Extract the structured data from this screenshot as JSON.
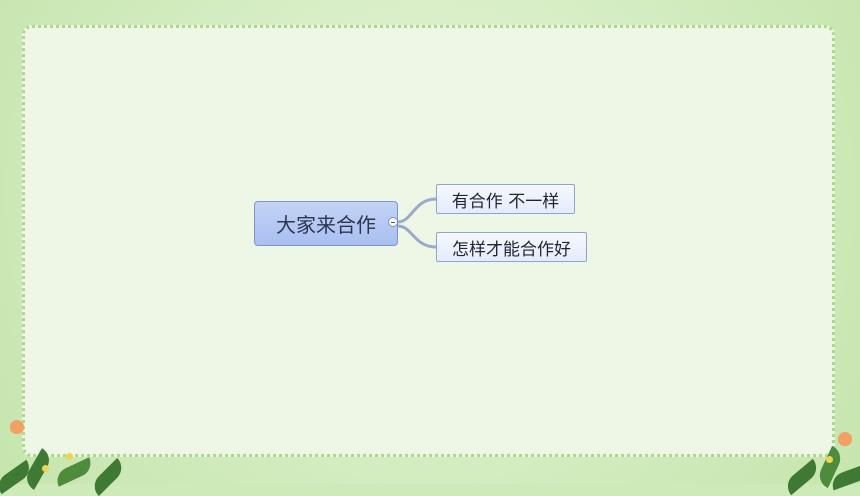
{
  "diagram": {
    "root": {
      "label": "大家来合作"
    },
    "children": [
      {
        "label": "有合作 不一样"
      },
      {
        "label": "怎样才能合作好"
      }
    ]
  },
  "colors": {
    "root_fill": "#b5c8f3",
    "child_fill": "#edf2fd",
    "connector": "#9aaacb",
    "frame_border": "#a9d98b"
  }
}
